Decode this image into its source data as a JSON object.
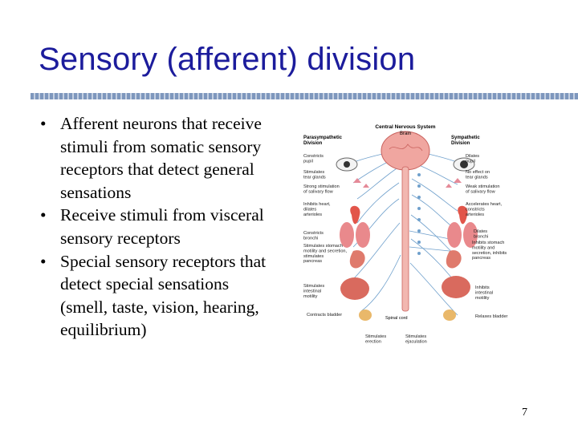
{
  "slide": {
    "title": "Sensory (afferent) division",
    "page_number": "7",
    "bullet_glyph": "•",
    "bullets": [
      "Afferent neurons that receive stimuli from somatic sensory receptors that detect general sensations",
      "Receive stimuli from visceral sensory receptors",
      "Special sensory receptors that detect special sensations (smell, taste, vision, hearing, equilibrium)"
    ]
  },
  "figure": {
    "header_center": "Central Nervous System",
    "brain_label": "Brain",
    "spinal_label": "Spinal cord",
    "left_header_1": "Parasympathetic",
    "left_header_2": "Division",
    "right_header_1": "Sympathetic",
    "right_header_2": "Division",
    "left_labels": [
      [
        "Constricts",
        "pupil"
      ],
      [
        "Stimulates",
        "tear glands"
      ],
      [
        "Strong stimulation",
        "of salivary flow"
      ],
      [
        "Inhibits heart,",
        "dilates",
        "arterioles"
      ],
      [
        "Constricts",
        "bronchi"
      ],
      [
        "Stimulates stomach",
        "motility and secretion,",
        "stimulates",
        "pancreas"
      ],
      [
        "Stimulates",
        "intestinal",
        "motility"
      ],
      [
        "Contracts bladder"
      ]
    ],
    "right_labels": [
      [
        "Dilates",
        "pupil"
      ],
      [
        "No effect on",
        "tear glands"
      ],
      [
        "Weak stimulation",
        "of salivary flow"
      ],
      [
        "Accelerates heart,",
        "constricts",
        "arterioles"
      ],
      [
        "Dilates",
        "bronchi"
      ],
      [
        "Inhibits stomach",
        "motility and",
        "secretion, inhibits",
        "pancreas"
      ],
      [
        "Inhibits",
        "intestinal",
        "motility"
      ],
      [
        "Relaxes bladder"
      ]
    ],
    "bottom_labels": [
      [
        "Stimulates",
        "erection"
      ],
      [
        "Stimulates",
        "ejaculation"
      ]
    ]
  }
}
